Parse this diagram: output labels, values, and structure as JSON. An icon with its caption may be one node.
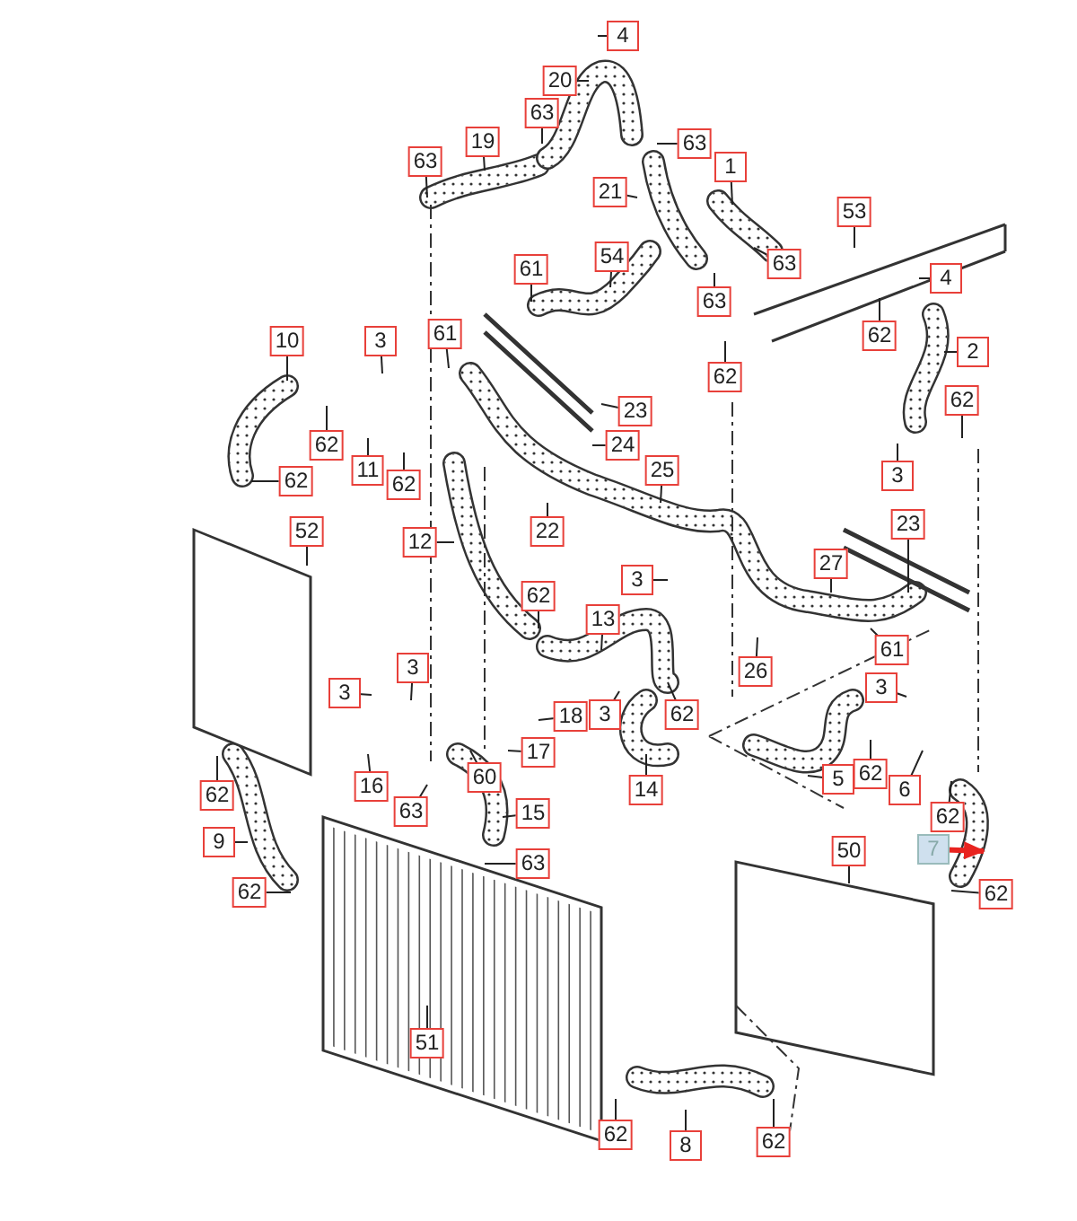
{
  "diagram": {
    "nodes": [
      {
        "text": [
          "4"
        ]
      },
      {
        "text": [
          "20"
        ]
      },
      {
        "text": [
          "63"
        ]
      },
      {
        "text": [
          "19"
        ]
      },
      {
        "text": [
          "63"
        ]
      },
      {
        "text": [
          "63"
        ]
      },
      {
        "text": [
          "1"
        ]
      },
      {
        "text": [
          "21"
        ]
      },
      {
        "text": [
          "53"
        ]
      },
      {
        "text": [
          "54"
        ]
      },
      {
        "text": [
          "61"
        ]
      },
      {
        "text": [
          "63"
        ]
      },
      {
        "text": [
          "4"
        ]
      },
      {
        "text": [
          "63"
        ]
      },
      {
        "text": [
          "62"
        ]
      },
      {
        "text": [
          "2"
        ]
      },
      {
        "text": [
          "62"
        ]
      },
      {
        "text": [
          "10"
        ]
      },
      {
        "text": [
          "3"
        ]
      },
      {
        "text": [
          "61"
        ]
      },
      {
        "text": [
          "62"
        ]
      },
      {
        "text": [
          "23"
        ]
      },
      {
        "text": [
          "24"
        ]
      },
      {
        "text": [
          "62"
        ]
      },
      {
        "text": [
          "11"
        ]
      },
      {
        "text": [
          "25"
        ]
      },
      {
        "text": [
          "62"
        ]
      },
      {
        "text": [
          "62"
        ]
      },
      {
        "text": [
          "3"
        ]
      },
      {
        "text": [
          "52"
        ]
      },
      {
        "text": [
          "22"
        ]
      },
      {
        "text": [
          "23"
        ]
      },
      {
        "text": [
          "12"
        ]
      },
      {
        "text": [
          "27"
        ]
      },
      {
        "text": [
          "3"
        ]
      },
      {
        "text": [
          "62"
        ]
      },
      {
        "text": [
          "13"
        ]
      },
      {
        "text": [
          "61"
        ]
      },
      {
        "text": [
          "26"
        ]
      },
      {
        "text": [
          "3"
        ]
      },
      {
        "text": [
          "3"
        ]
      },
      {
        "text": [
          "3"
        ]
      },
      {
        "text": [
          "18"
        ]
      },
      {
        "text": [
          "3"
        ]
      },
      {
        "text": [
          "62"
        ]
      },
      {
        "text": [
          "17"
        ]
      },
      {
        "text": [
          "62"
        ]
      },
      {
        "text": [
          "6"
        ]
      },
      {
        "text": [
          "5"
        ]
      },
      {
        "text": [
          "16"
        ]
      },
      {
        "text": [
          "60"
        ]
      },
      {
        "text": [
          "63"
        ]
      },
      {
        "text": [
          "14"
        ]
      },
      {
        "text": [
          "15"
        ]
      },
      {
        "text": [
          "62"
        ]
      },
      {
        "text": [
          "62"
        ]
      },
      {
        "text": [
          "50"
        ]
      },
      {
        "text": [
          "7"
        ]
      },
      {
        "text": [
          "9"
        ]
      },
      {
        "text": [
          "63"
        ]
      },
      {
        "text": [
          "62"
        ]
      },
      {
        "text": [
          "62"
        ]
      },
      {
        "text": [
          "51"
        ]
      },
      {
        "text": [
          "62"
        ]
      },
      {
        "text": [
          "8"
        ]
      },
      {
        "text": [
          "62"
        ]
      }
    ],
    "edges": [
      {
        "from": 0,
        "to": null,
        "arrow": "none"
      },
      {
        "from": 1,
        "to": null,
        "arrow": "none"
      },
      {
        "from": 2,
        "to": null,
        "arrow": "none"
      },
      {
        "from": 3,
        "to": null,
        "arrow": "none"
      },
      {
        "from": 4,
        "to": null,
        "arrow": "none"
      },
      {
        "from": 5,
        "to": null,
        "arrow": "none"
      },
      {
        "from": 6,
        "to": null,
        "arrow": "none"
      },
      {
        "from": 7,
        "to": null,
        "arrow": "none"
      },
      {
        "from": 8,
        "to": null,
        "arrow": "none"
      },
      {
        "from": 9,
        "to": null,
        "arrow": "none"
      },
      {
        "from": 10,
        "to": null,
        "arrow": "none"
      },
      {
        "from": 11,
        "to": null,
        "arrow": "none"
      },
      {
        "from": 12,
        "to": null,
        "arrow": "none"
      },
      {
        "from": 13,
        "to": null,
        "arrow": "none"
      },
      {
        "from": 14,
        "to": null,
        "arrow": "none"
      },
      {
        "from": 15,
        "to": null,
        "arrow": "none"
      },
      {
        "from": 16,
        "to": null,
        "arrow": "none"
      },
      {
        "from": 17,
        "to": null,
        "arrow": "none"
      },
      {
        "from": 18,
        "to": null,
        "arrow": "none"
      },
      {
        "from": 19,
        "to": null,
        "arrow": "none"
      },
      {
        "from": 20,
        "to": null,
        "arrow": "none"
      },
      {
        "from": 21,
        "to": null,
        "arrow": "none"
      },
      {
        "from": 22,
        "to": null,
        "arrow": "none"
      },
      {
        "from": 23,
        "to": null,
        "arrow": "none"
      },
      {
        "from": 24,
        "to": null,
        "arrow": "none"
      },
      {
        "from": 25,
        "to": null,
        "arrow": "none"
      },
      {
        "from": 26,
        "to": null,
        "arrow": "none"
      },
      {
        "from": 27,
        "to": null,
        "arrow": "none"
      },
      {
        "from": 28,
        "to": null,
        "arrow": "none"
      },
      {
        "from": 29,
        "to": null,
        "arrow": "none"
      },
      {
        "from": 30,
        "to": null,
        "arrow": "none"
      },
      {
        "from": 31,
        "to": null,
        "arrow": "none"
      },
      {
        "from": 32,
        "to": null,
        "arrow": "none"
      },
      {
        "from": 33,
        "to": null,
        "arrow": "none"
      },
      {
        "from": 34,
        "to": null,
        "arrow": "none"
      },
      {
        "from": 35,
        "to": null,
        "arrow": "none"
      },
      {
        "from": 36,
        "to": null,
        "arrow": "none"
      },
      {
        "from": 37,
        "to": null,
        "arrow": "none"
      },
      {
        "from": 38,
        "to": null,
        "arrow": "none"
      },
      {
        "from": 39,
        "to": null,
        "arrow": "none"
      },
      {
        "from": 40,
        "to": null,
        "arrow": "none"
      },
      {
        "from": 41,
        "to": null,
        "arrow": "none"
      },
      {
        "from": 42,
        "to": null,
        "arrow": "none"
      },
      {
        "from": 43,
        "to": null,
        "arrow": "none"
      },
      {
        "from": 44,
        "to": null,
        "arrow": "none"
      },
      {
        "from": 45,
        "to": null,
        "arrow": "none"
      },
      {
        "from": 46,
        "to": null,
        "arrow": "none"
      },
      {
        "from": 47,
        "to": null,
        "arrow": "none"
      },
      {
        "from": 48,
        "to": null,
        "arrow": "none"
      },
      {
        "from": 49,
        "to": null,
        "arrow": "none"
      },
      {
        "from": 50,
        "to": null,
        "arrow": "none"
      },
      {
        "from": 51,
        "to": null,
        "arrow": "none"
      },
      {
        "from": 52,
        "to": null,
        "arrow": "none"
      },
      {
        "from": 53,
        "to": null,
        "arrow": "none"
      },
      {
        "from": 54,
        "to": null,
        "arrow": "none"
      },
      {
        "from": 55,
        "to": null,
        "arrow": "none"
      },
      {
        "from": 56,
        "to": null,
        "arrow": "none"
      },
      {
        "from": 57,
        "to": null,
        "arrow": "to",
        "style": "thick",
        "color": "#e8231f"
      },
      {
        "from": 58,
        "to": null,
        "arrow": "none"
      },
      {
        "from": 59,
        "to": null,
        "arrow": "none"
      },
      {
        "from": 60,
        "to": null,
        "arrow": "none"
      },
      {
        "from": 61,
        "to": null,
        "arrow": "none"
      },
      {
        "from": 62,
        "to": null,
        "arrow": "none"
      },
      {
        "from": 63,
        "to": null,
        "arrow": "none"
      },
      {
        "from": 64,
        "to": null,
        "arrow": "none"
      },
      {
        "from": 65,
        "to": null,
        "arrow": "none"
      }
    ]
  }
}
